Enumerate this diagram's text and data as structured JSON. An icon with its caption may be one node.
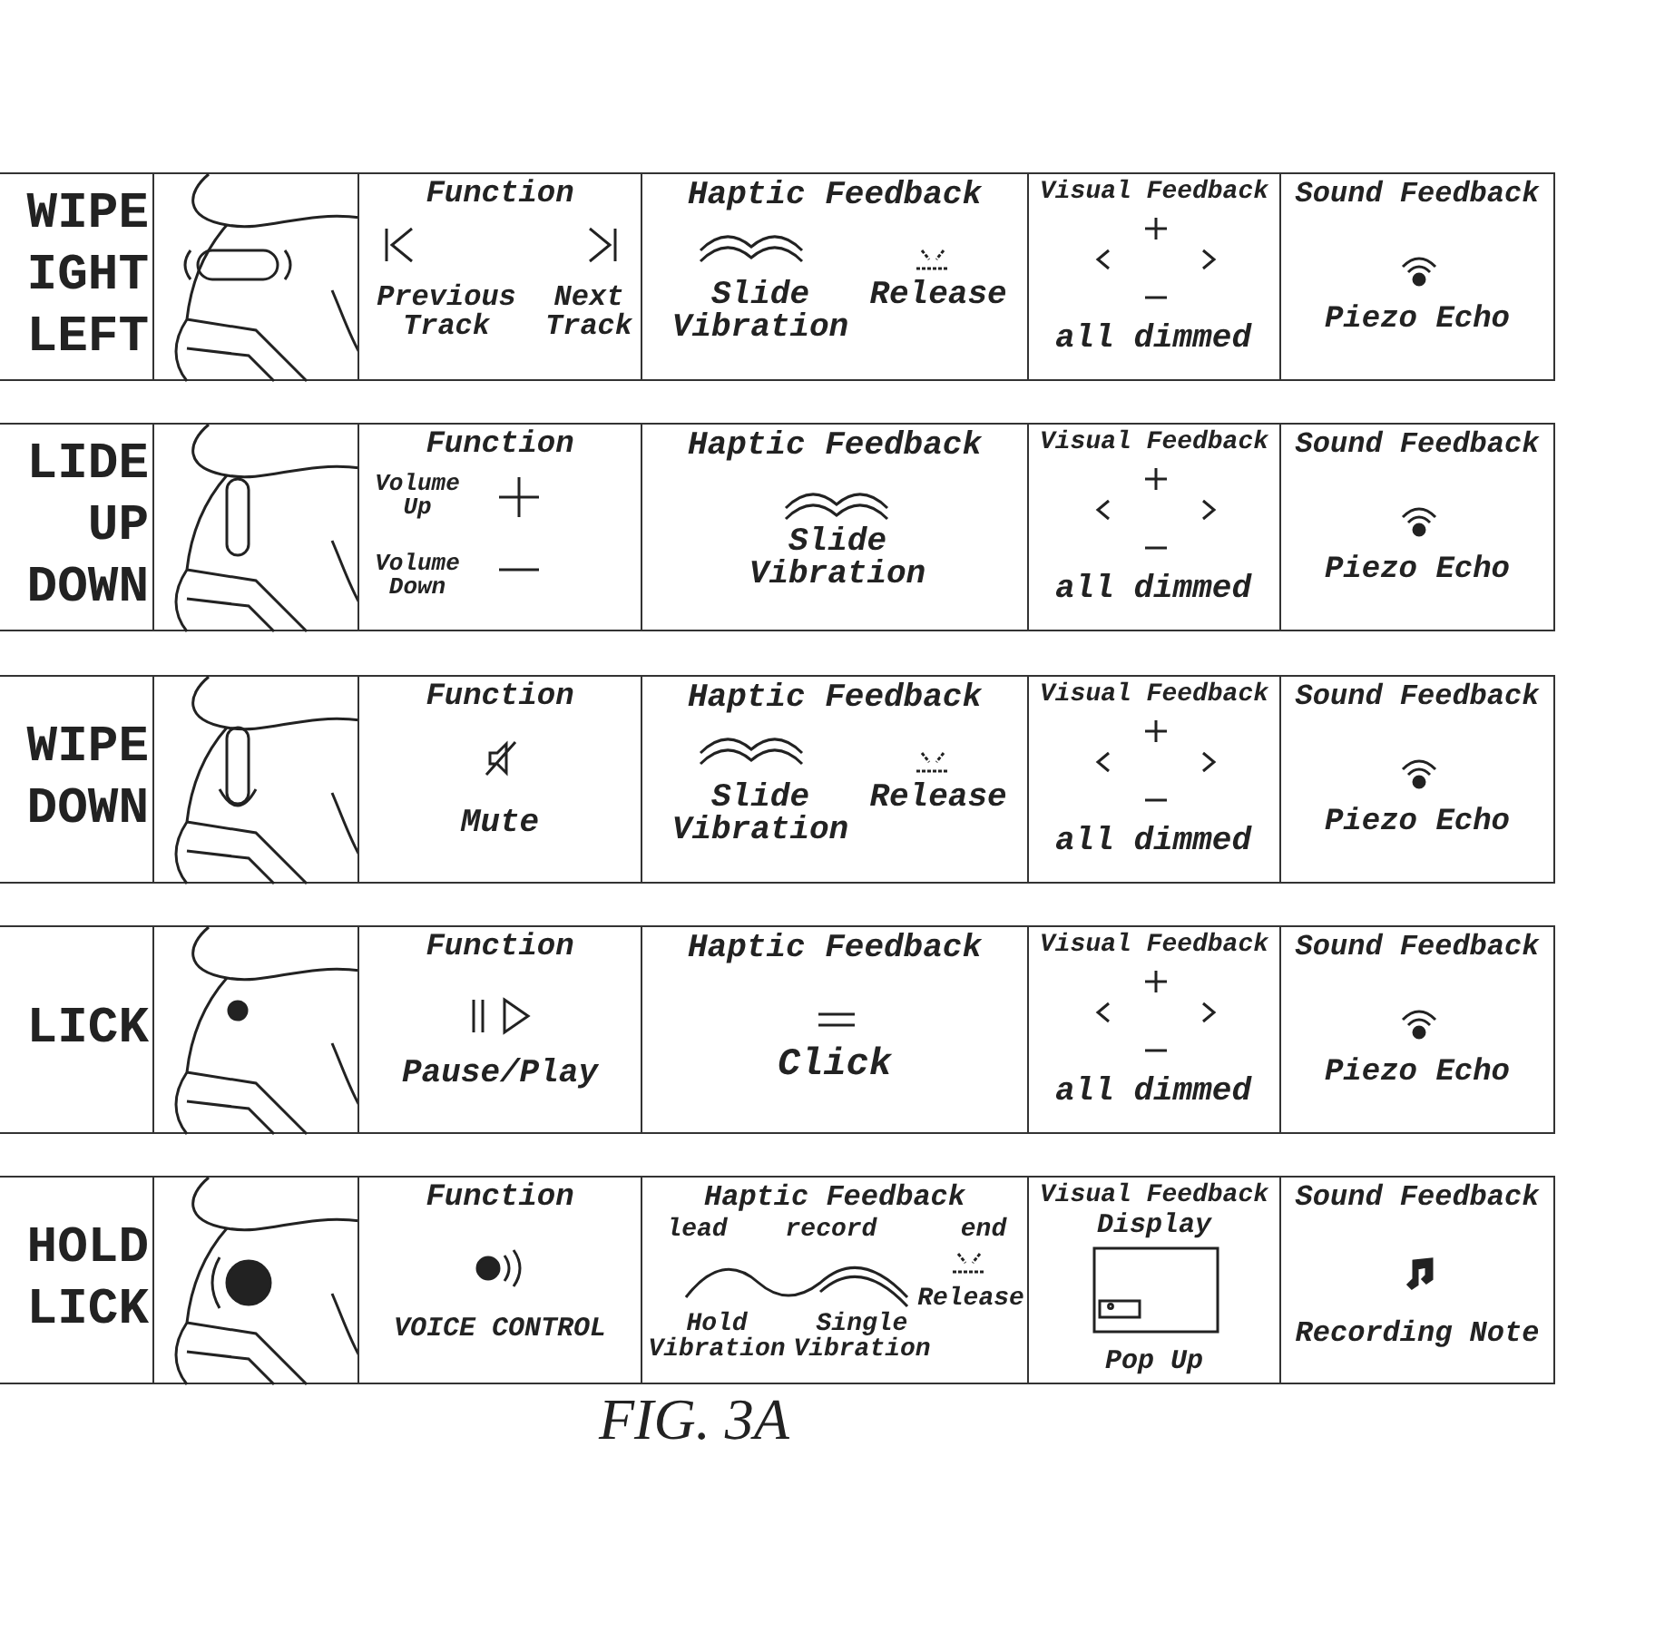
{
  "diagram": {
    "caption": "FIG. 3A",
    "nodes": [
      {
        "text": [
          "WIPE IGHT LEFT"
        ]
      },
      {
        "text": [],
        "shape": "picture"
      },
      {
        "text": [
          "Function",
          "Previous Track",
          "Next Track"
        ]
      },
      {
        "text": [
          "Haptic Feedback",
          "Slide Vibration",
          "Release"
        ]
      },
      {
        "text": [
          "Visual Feedback",
          "all dimmed"
        ]
      },
      {
        "text": [
          "Sound Feedback",
          "Piezo Echo"
        ]
      },
      {
        "text": [
          "LIDE UP DOWN"
        ]
      },
      {
        "text": [],
        "shape": "picture"
      },
      {
        "text": [
          "Function",
          "Volume Up",
          "Volume Down"
        ]
      },
      {
        "text": [
          "Haptic Feedback",
          "Slide Vibration"
        ]
      },
      {
        "text": [
          "Visual Feedback",
          "all dimmed"
        ]
      },
      {
        "text": [
          "Sound Feedback",
          "Piezo Echo"
        ]
      },
      {
        "text": [
          "WIPE DOWN"
        ]
      },
      {
        "text": [],
        "shape": "picture"
      },
      {
        "text": [
          "Function",
          "Mute"
        ]
      },
      {
        "text": [
          "Haptic Feedback",
          "Slide Vibration",
          "Release"
        ]
      },
      {
        "text": [
          "Visual Feedback",
          "all dimmed"
        ]
      },
      {
        "text": [
          "Sound Feedback",
          "Piezo Echo"
        ]
      },
      {
        "text": [
          "LICK"
        ]
      },
      {
        "text": [],
        "shape": "picture"
      },
      {
        "text": [
          "Function",
          "Pause/Play"
        ]
      },
      {
        "text": [
          "Haptic Feedback",
          "Click"
        ]
      },
      {
        "text": [
          "Visual Feedback",
          "all dimmed"
        ]
      },
      {
        "text": [
          "Sound Feedback",
          "Piezo Echo"
        ]
      },
      {
        "text": [
          "HOLD LICK"
        ]
      },
      {
        "text": [],
        "shape": "picture"
      },
      {
        "text": [
          "Function",
          "VOICE CONTROL"
        ]
      },
      {
        "text": [
          "Haptic Feedback",
          "lead",
          "record",
          "end",
          "Hold Vibration",
          "Single Vibration",
          "Release"
        ]
      },
      {
        "text": [
          "Visual Feedback",
          "Display",
          "Pop Up"
        ]
      },
      {
        "text": [
          "Sound Feedback",
          "Recording Note"
        ]
      }
    ],
    "edges": []
  }
}
